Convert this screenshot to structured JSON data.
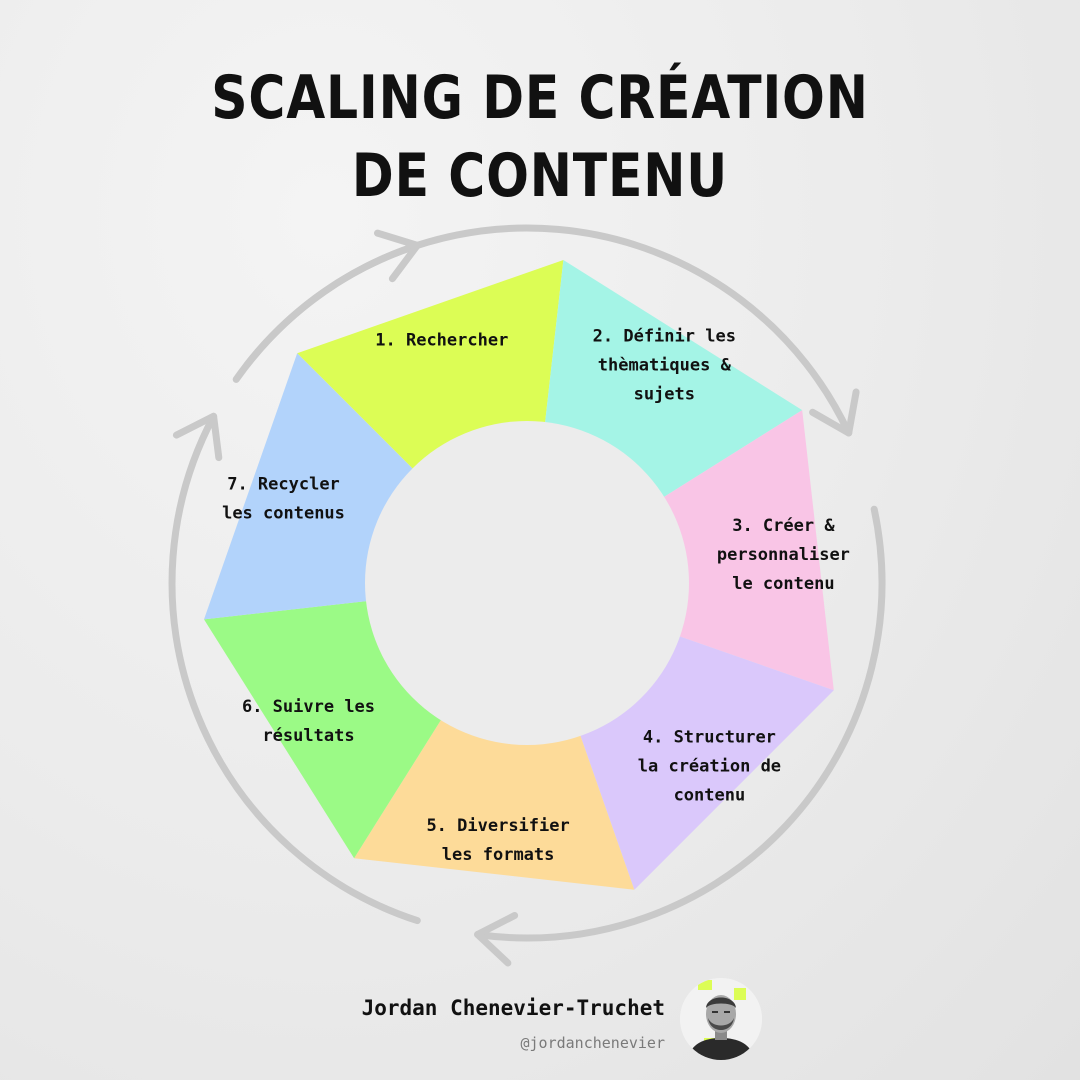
{
  "title": {
    "line1": "SCALING DE CRÉATION",
    "line2": "DE CONTENU"
  },
  "cycle": {
    "segments": [
      {
        "label_lines": [
          "1. Rechercher"
        ],
        "color": "#dcfd55"
      },
      {
        "label_lines": [
          "2. Définir les",
          "thèmatiques &",
          "sujets"
        ],
        "color": "#a4f4e6"
      },
      {
        "label_lines": [
          "3. Créer &",
          "personnaliser",
          "le contenu"
        ],
        "color": "#f9c5e6"
      },
      {
        "label_lines": [
          "4. Structurer",
          "la création de",
          "contenu"
        ],
        "color": "#dac8fb"
      },
      {
        "label_lines": [
          "5. Diversifier",
          "les formats"
        ],
        "color": "#fddb99"
      },
      {
        "label_lines": [
          "6. Suivre les",
          "résultats"
        ],
        "color": "#9bfa86"
      },
      {
        "label_lines": [
          "7. Recycler",
          "les contenus"
        ],
        "color": "#b2d3fb"
      }
    ],
    "ring_color": "#c9c9c9"
  },
  "author": {
    "name": "Jordan Chenevier-Truchet",
    "handle": "@jordanchenevier",
    "accent": "#dcfd55"
  }
}
